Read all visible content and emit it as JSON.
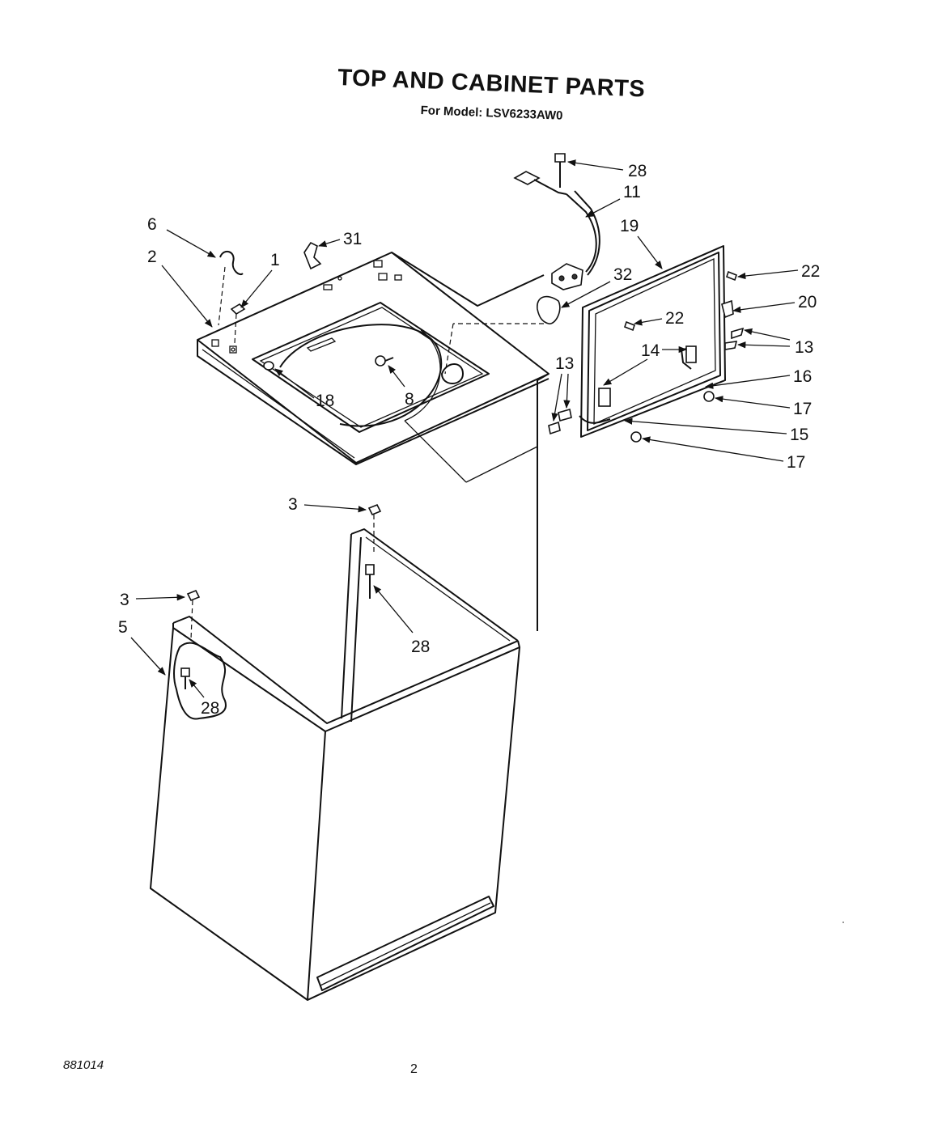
{
  "title": "TOP AND CABINET PARTS",
  "subtitle": "For Model: LSV6233AW0",
  "diagram_code": "881014",
  "page_number": "2",
  "callouts": {
    "c28_top": "28",
    "c11": "11",
    "c19": "19",
    "c22_right": "22",
    "c20": "20",
    "c13_right": "13",
    "c16": "16",
    "c17_upper": "17",
    "c15": "15",
    "c17_lower": "17",
    "c22_inner": "22",
    "c14": "14",
    "c13_left": "13",
    "c32": "32",
    "c6": "6",
    "c31": "31",
    "c2": "2",
    "c1": "1",
    "c18": "18",
    "c8": "8",
    "c3_top": "3",
    "c28_mid": "28",
    "c3_left": "3",
    "c5": "5",
    "c28_bottom": "28"
  }
}
